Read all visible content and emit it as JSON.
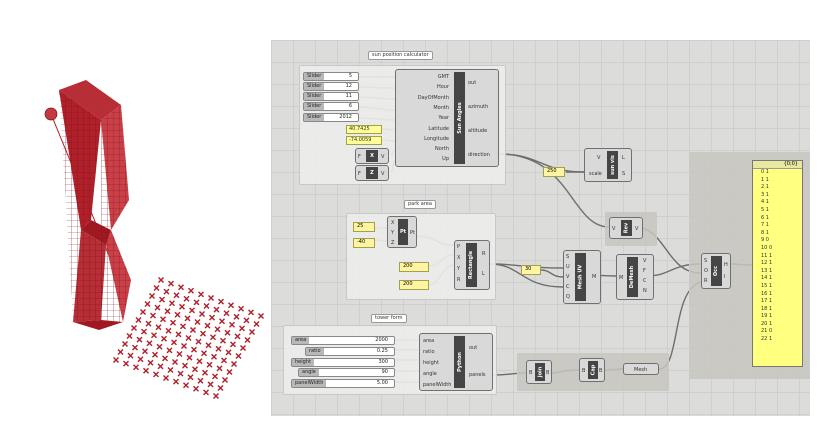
{
  "groups": {
    "sun": "sun position calculator",
    "park": "park area",
    "tower": "tower form"
  },
  "sun_sliders": [
    {
      "label": "Slider",
      "value": "5"
    },
    {
      "label": "Slider",
      "value": "12"
    },
    {
      "label": "Slider",
      "value": "11"
    },
    {
      "label": "Slider",
      "value": "6"
    },
    {
      "label": "Slider",
      "value": "2012"
    }
  ],
  "sun_panels": [
    "40.7425",
    "-74.0059"
  ],
  "sun_angles": {
    "name": "Sun Angles",
    "inputs": [
      "GMT",
      "Hour",
      "DayOfMonth",
      "Month",
      "Year",
      "Latitude",
      "Longitude",
      "North",
      "Up"
    ],
    "outputs": [
      "out",
      "azimuth",
      "altitude",
      "direction"
    ]
  },
  "unit_x": {
    "name": "X",
    "in": "F",
    "out": "V"
  },
  "unit_z": {
    "name": "Z",
    "in": "F",
    "out": "V"
  },
  "sun_vis": {
    "name": "sun vis",
    "inputs": [
      "V",
      "scale"
    ],
    "outputs": [
      "L",
      "S"
    ]
  },
  "scale_value": "250",
  "rev": {
    "name": "Rev",
    "in": "V",
    "out": "V"
  },
  "pt": {
    "name": "Pt",
    "inputs": [
      "X",
      "Y",
      "Z"
    ],
    "out": "Pt"
  },
  "pt_values": [
    "25",
    "-40"
  ],
  "rect": {
    "name": "Rectangle",
    "inputs": [
      "P",
      "X",
      "Y",
      "R"
    ],
    "outputs": [
      "R",
      "L"
    ]
  },
  "rect_values": [
    "200",
    "200"
  ],
  "mesh_uv": {
    "name": "Mesh UV",
    "inputs": [
      "S",
      "U",
      "V",
      "C",
      "Q"
    ],
    "out": "M"
  },
  "mesh_uv_value": "30",
  "demesh": {
    "name": "DeMesh",
    "in": "M",
    "outputs": [
      "V",
      "F",
      "C",
      "N"
    ]
  },
  "occ": {
    "name": "Occ",
    "inputs": [
      "S",
      "O",
      "R"
    ],
    "outputs": [
      "H",
      "I"
    ]
  },
  "tower_sliders": [
    {
      "label": "area",
      "value": "2000"
    },
    {
      "label": "ratio",
      "value": "0.25"
    },
    {
      "label": "height",
      "value": "300"
    },
    {
      "label": "angle",
      "value": "90"
    },
    {
      "label": "panelWidth",
      "value": "5.00"
    }
  ],
  "python": {
    "name": "Python",
    "inputs": [
      "area",
      "ratio",
      "height",
      "angle",
      "panelWidth"
    ],
    "outputs": [
      "out",
      "panels"
    ]
  },
  "join": {
    "name": "Join",
    "in": "B",
    "out": "B"
  },
  "cap": {
    "name": "Cap",
    "in": "B",
    "out": "B"
  },
  "mesh_label": "Mesh",
  "list_header": "{0;0}",
  "list_rows": [
    "0 1",
    "1 1",
    "2 1",
    "3 1",
    "4 1",
    "5 1",
    "6 1",
    "7 1",
    "8 1",
    "9 0",
    "10 0",
    "11 1",
    "12 1",
    "13 1",
    "14 1",
    "15 1",
    "16 1",
    "17 1",
    "18 1",
    "19 1",
    "20 1",
    "21 0",
    "22 1"
  ],
  "colors": {
    "tower": "#b0202a",
    "canvas": "#dcdcda",
    "component": "#454545",
    "panel": "#ffff80"
  }
}
